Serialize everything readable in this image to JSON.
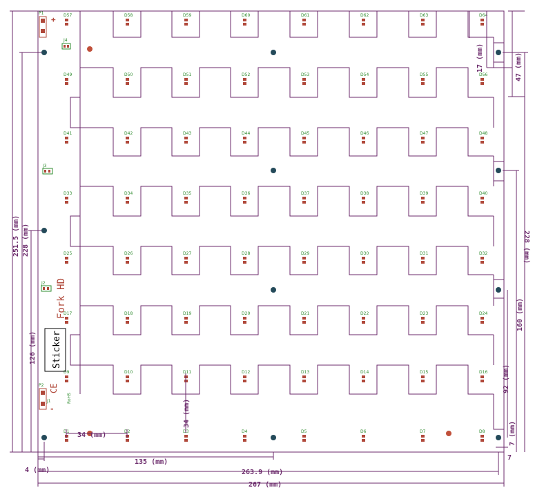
{
  "colors": {
    "outline": "#6b2a6b",
    "pad": "#b0483a",
    "pad_green": "#2e8b2e",
    "hole": "#244a5a",
    "fiducial": "#c0503a",
    "background": "#ffffff"
  },
  "leds": {
    "rows": [
      [
        "D57",
        "D58",
        "D59",
        "D60",
        "D61",
        "D62",
        "D63",
        "D64"
      ],
      [
        "D49",
        "D50",
        "D51",
        "D52",
        "D53",
        "D54",
        "D55",
        "D56"
      ],
      [
        "D41",
        "D42",
        "D43",
        "D44",
        "D45",
        "D46",
        "D47",
        "D48"
      ],
      [
        "D33",
        "D34",
        "D35",
        "D36",
        "D37",
        "D38",
        "D39",
        "D40"
      ],
      [
        "D25",
        "D26",
        "D27",
        "D28",
        "D29",
        "D30",
        "D31",
        "D32"
      ],
      [
        "D17",
        "D18",
        "D19",
        "D20",
        "D21",
        "D22",
        "D23",
        "D24"
      ],
      [
        "D9",
        "D10",
        "D11",
        "D12",
        "D13",
        "D14",
        "D15",
        "D16"
      ],
      [
        "D1",
        "D2",
        "D3",
        "D4",
        "D5",
        "D6",
        "D7",
        "D8"
      ]
    ]
  },
  "connectors": {
    "p1": "P1",
    "plus": "+",
    "j4": "J4",
    "j3": "J3",
    "j2": "J2",
    "p2": "P2",
    "j1": "J1",
    "minus": "-"
  },
  "silkscreen": {
    "fork": "Fork HD",
    "sticker": "Sticker",
    "ce": "CE",
    "rohs": "RoHS"
  },
  "dimensions": {
    "d251": "251.5 (mm)",
    "d228l": "228 (mm)",
    "d126": "126 (mm)",
    "d4": "4 (mm)",
    "d135": "135 (mm)",
    "d263": "263.9 (mm)",
    "d267": "267 (mm)",
    "d34h": "34 (mm)",
    "d34v": "34 (mm)",
    "d17": "17 (mm)",
    "d47": "47 (mm)",
    "d228r": "228 (mm)",
    "d160": "160 (mm)",
    "d92": "92 (mm)",
    "d7": "7 (mm)",
    "d7b": "7"
  }
}
